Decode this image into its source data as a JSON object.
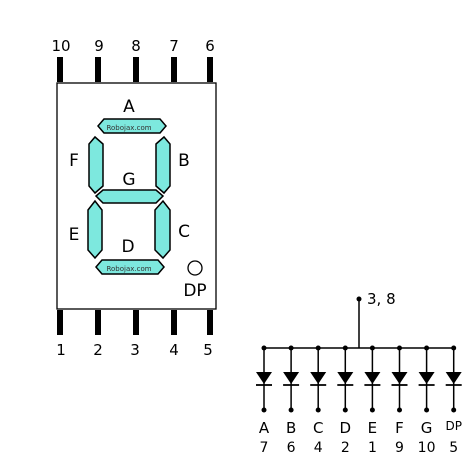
{
  "display": {
    "top_pins": [
      "10",
      "9",
      "8",
      "7",
      "6"
    ],
    "bottom_pins": [
      "1",
      "2",
      "3",
      "4",
      "5"
    ],
    "segment_letters": {
      "A": "A",
      "B": "B",
      "C": "C",
      "D": "D",
      "E": "E",
      "F": "F",
      "G": "G"
    },
    "dp_label": "DP",
    "watermark": "Robojax.com",
    "segment_color": "#7de8de"
  },
  "schematic": {
    "common_label": "3, 8",
    "diodes": [
      {
        "segment": "A",
        "pin": "7"
      },
      {
        "segment": "B",
        "pin": "6"
      },
      {
        "segment": "C",
        "pin": "4"
      },
      {
        "segment": "D",
        "pin": "2"
      },
      {
        "segment": "E",
        "pin": "1"
      },
      {
        "segment": "F",
        "pin": "9"
      },
      {
        "segment": "G",
        "pin": "10"
      },
      {
        "segment": "DP",
        "pin": "5"
      }
    ]
  }
}
